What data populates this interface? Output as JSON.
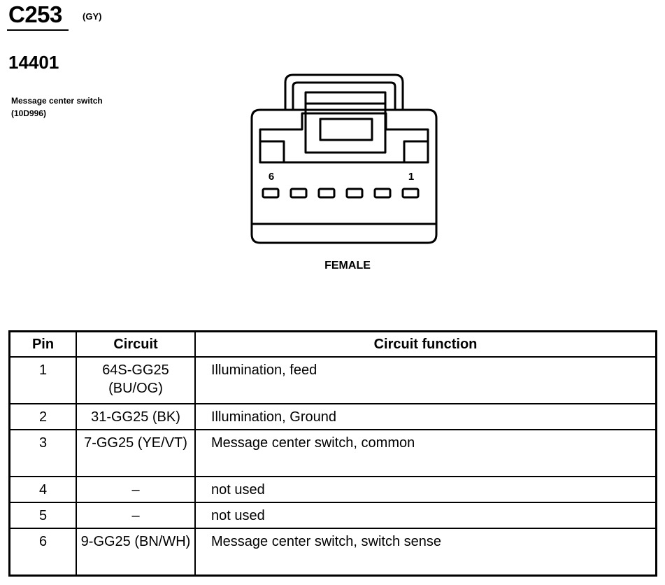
{
  "connector": {
    "id": "C253",
    "color_code": "(GY)",
    "part_number": "14401",
    "component_name": "Message center switch (10D996)",
    "gender": "FEMALE",
    "pin_labels": {
      "left": "6",
      "right": "1"
    }
  },
  "pin_table": {
    "headers": [
      "Pin",
      "Circuit",
      "Circuit function"
    ],
    "rows": [
      {
        "pin": "1",
        "circuit": "64S-GG25 (BU/OG)",
        "function": "Illumination, feed"
      },
      {
        "pin": "2",
        "circuit": "31-GG25 (BK)",
        "function": "Illumination, Ground"
      },
      {
        "pin": "3",
        "circuit": "7-GG25 (YE/VT)",
        "function": "Message center switch, common"
      },
      {
        "pin": "4",
        "circuit": "–",
        "function": "not used"
      },
      {
        "pin": "5",
        "circuit": "–",
        "function": "not used"
      },
      {
        "pin": "6",
        "circuit": "9-GG25 (BN/WH)",
        "function": "Message center switch, switch sense"
      }
    ]
  }
}
